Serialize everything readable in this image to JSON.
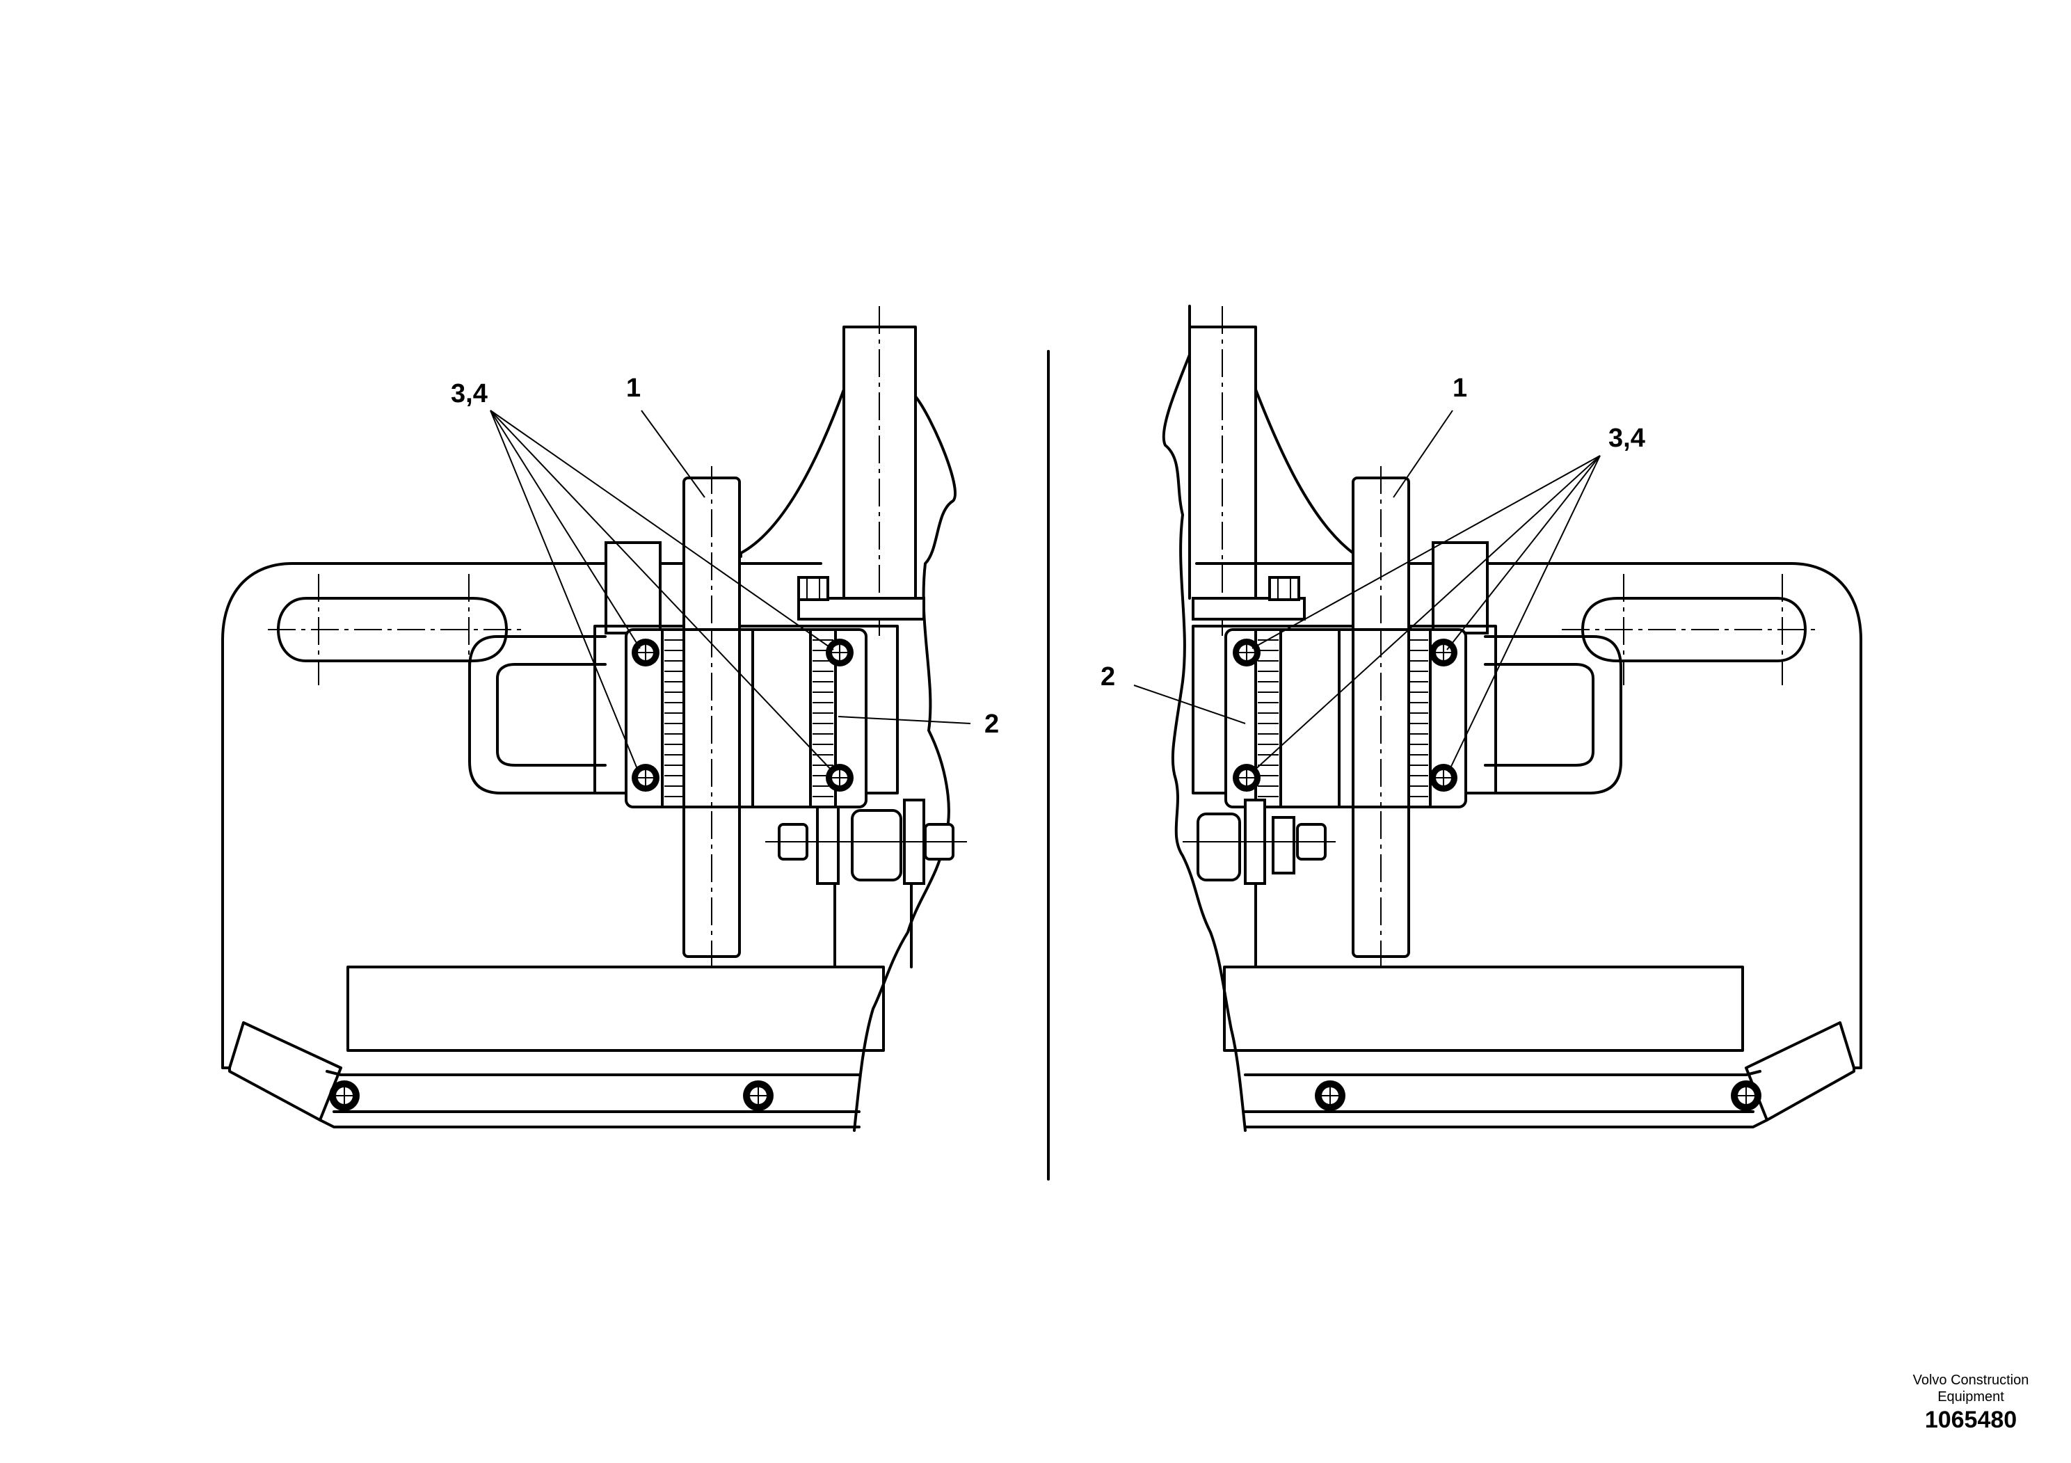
{
  "callouts": {
    "left": {
      "part1": "1",
      "part2": "2",
      "part34": "3,4"
    },
    "right": {
      "part1": "1",
      "part2": "2",
      "part34": "3,4"
    }
  },
  "footer": {
    "company_line1": "Volvo Construction",
    "company_line2": "Equipment",
    "drawing_number": "1065480"
  }
}
